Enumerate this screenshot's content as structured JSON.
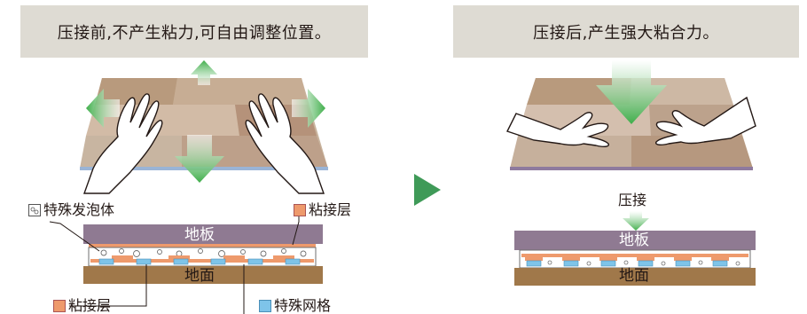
{
  "left": {
    "title": "压接前,不产生粘力,可自由调整位置。",
    "labels": {
      "foam": "特殊发泡体",
      "adhesive_top": "粘接层",
      "adhesive_bottom": "粘接层",
      "mesh": "特殊网格",
      "floorboard": "地板",
      "ground": "地面"
    }
  },
  "right": {
    "title": "压接后,产生强大粘合力。",
    "labels": {
      "press": "压接",
      "floorboard": "地板",
      "ground": "地面"
    }
  },
  "colors": {
    "banner_bg": "#dedbd3",
    "floor_purple": "#8f7a92",
    "ground_brown": "#a0784a",
    "adhesive_orange": "#ee9a6c",
    "mesh_blue": "#7ec4e9",
    "arrow_green": "#5dbb63",
    "separator_arrow": "#3f9a58"
  },
  "icons": [
    "foam-icon",
    "adhesive-swatch",
    "mesh-swatch",
    "hand-icon",
    "arrow-icon"
  ]
}
